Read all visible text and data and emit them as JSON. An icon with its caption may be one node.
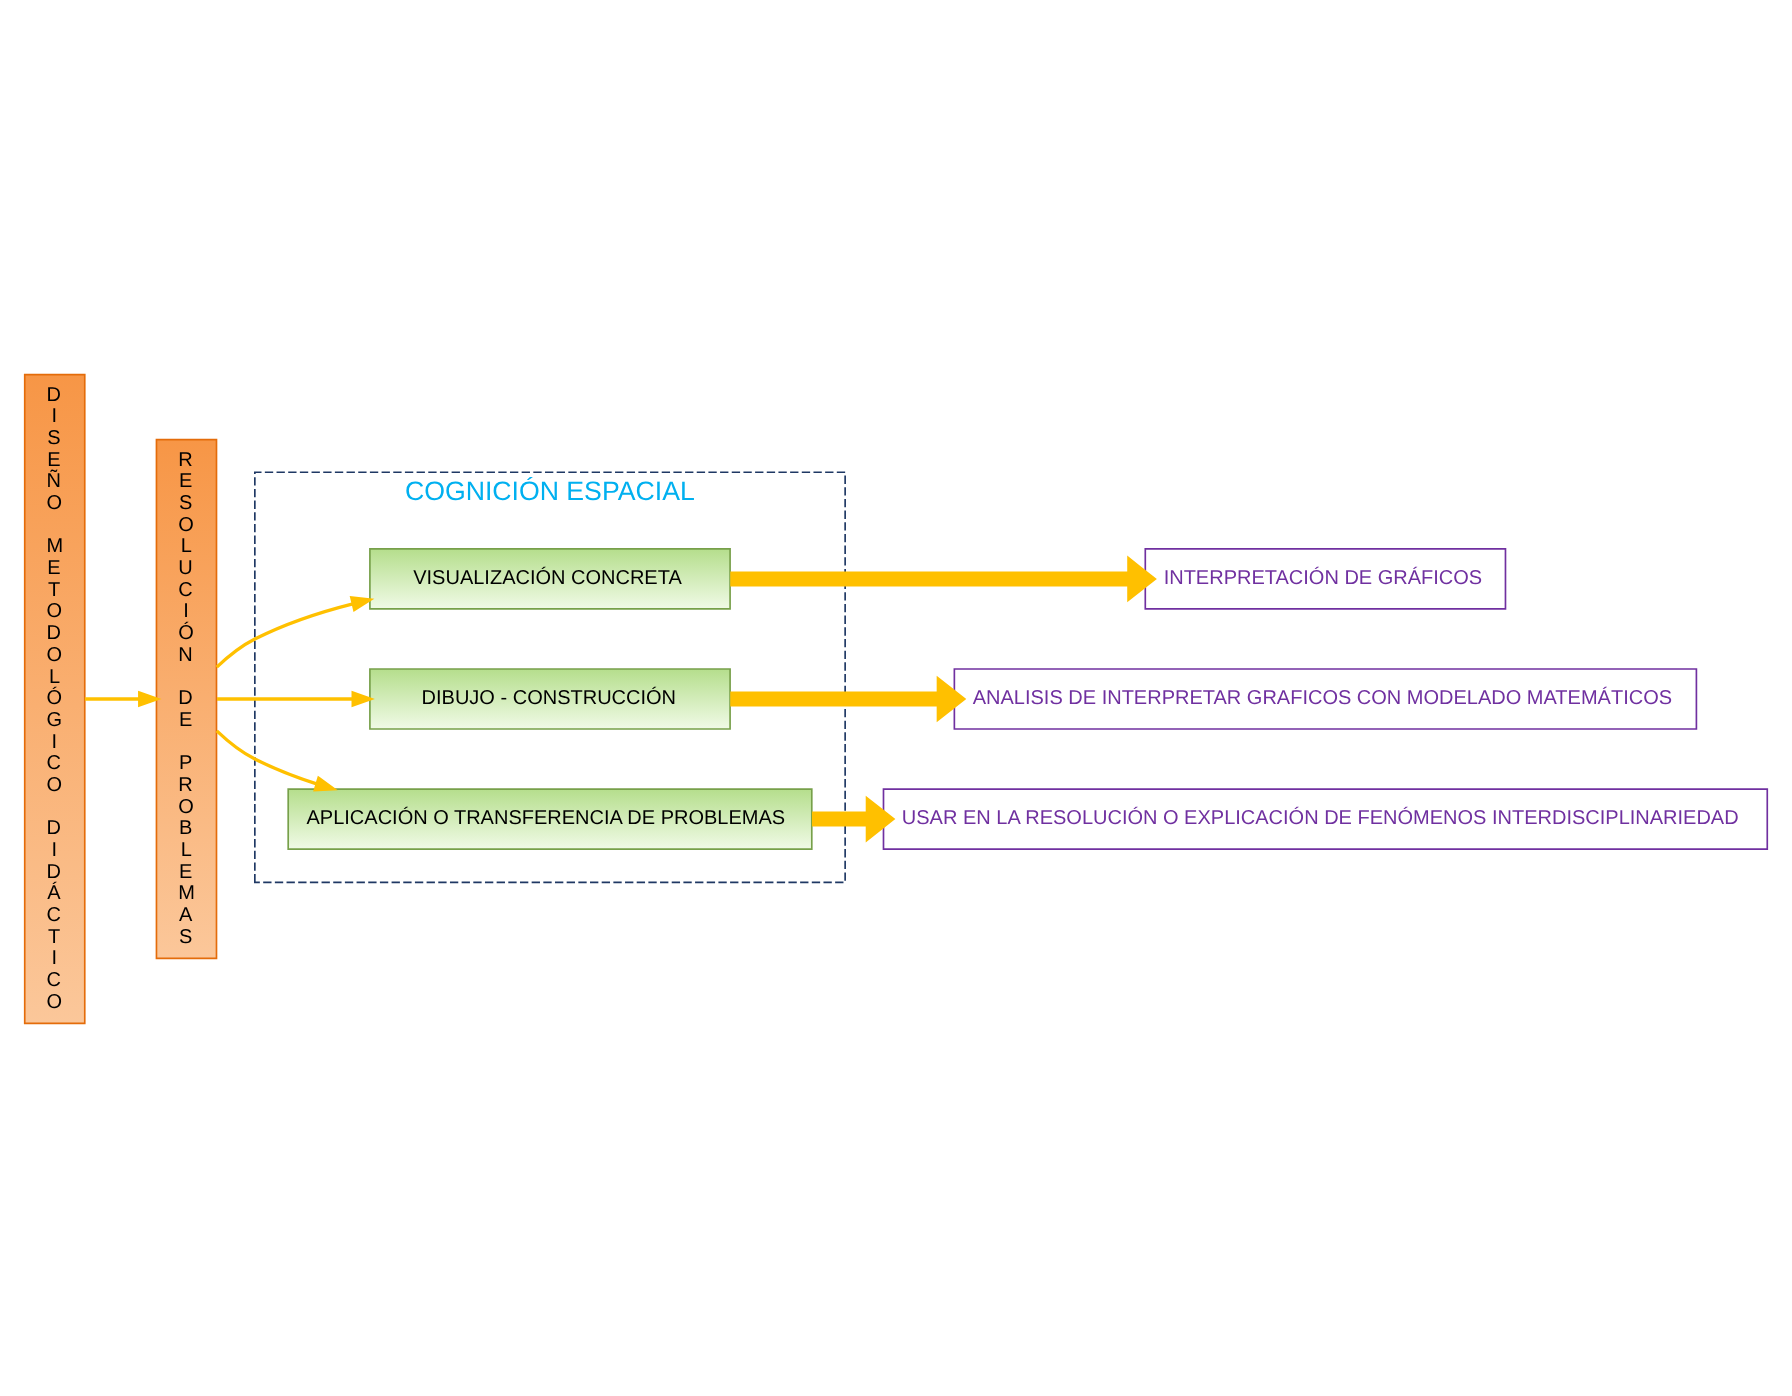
{
  "diagram": {
    "nodes": [
      {
        "text": [
          "DISEÑO METODOLÓGICO DIDÁCTICO"
        ]
      },
      {
        "text": [
          "RESOLUCIÓN DE PROBLEMAS"
        ]
      },
      {
        "text": [
          "COGNICIÓN ESPACIAL"
        ]
      },
      {
        "text": [
          "VISUALIZACIÓN CONCRETA"
        ],
        "in": 2
      },
      {
        "text": [
          "DIBUJO - CONSTRUCCIÓN"
        ],
        "in": 2
      },
      {
        "text": [
          "APLICACIÓN O TRANSFERENCIA DE PROBLEMAS"
        ],
        "in": 2
      },
      {
        "text": [
          "INTERPRETACIÓN DE GRÁFICOS"
        ]
      },
      {
        "text": [
          "ANALISIS DE INTERPRETAR GRAFICOS CON MODELADO MATEMÁTICOS"
        ]
      },
      {
        "text": [
          "USAR EN LA RESOLUCIÓN O EXPLICACIÓN DE FENÓMENOS INTERDISCIPLINARIEDAD"
        ]
      }
    ],
    "edges": [
      {
        "from": 0,
        "to": 1,
        "arrow": "to"
      },
      {
        "from": 1,
        "to": 3,
        "arrow": "to"
      },
      {
        "from": 1,
        "to": 4,
        "arrow": "to"
      },
      {
        "from": 1,
        "to": 5,
        "arrow": "to"
      },
      {
        "from": 3,
        "to": 6,
        "arrow": "to",
        "style": "thick"
      },
      {
        "from": 4,
        "to": 7,
        "arrow": "to",
        "style": "thick"
      },
      {
        "from": 5,
        "to": 8,
        "arrow": "to",
        "style": "thick"
      }
    ]
  }
}
